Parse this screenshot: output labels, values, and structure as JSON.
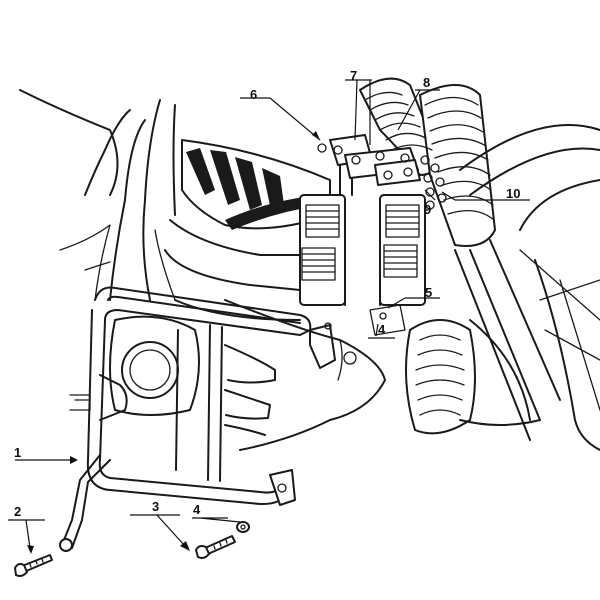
{
  "callouts": [
    {
      "id": "c1",
      "label": "1"
    },
    {
      "id": "c2",
      "label": "2"
    },
    {
      "id": "c3",
      "label": "3"
    },
    {
      "id": "c4a",
      "label": "4"
    },
    {
      "id": "c4b",
      "label": "4"
    },
    {
      "id": "c5",
      "label": "5"
    },
    {
      "id": "c6",
      "label": "6"
    },
    {
      "id": "c7",
      "label": "7"
    },
    {
      "id": "c8",
      "label": "8"
    },
    {
      "id": "c9",
      "label": "9"
    },
    {
      "id": "c10",
      "label": "10"
    }
  ],
  "colors": {
    "ink": "#1a1a1a",
    "paper": "#ffffff"
  }
}
